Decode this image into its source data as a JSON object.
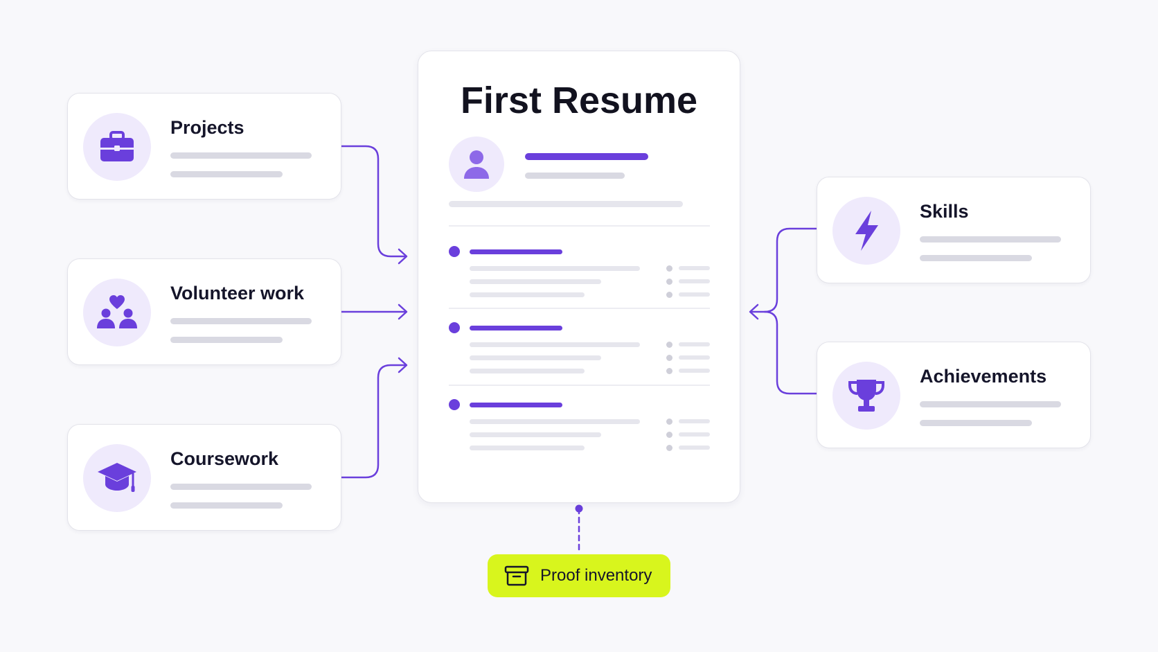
{
  "resume": {
    "title": "First Resume"
  },
  "sources": [
    {
      "title": "Projects",
      "icon": "briefcase-icon"
    },
    {
      "title": "Volunteer work",
      "icon": "people-heart-icon"
    },
    {
      "title": "Coursework",
      "icon": "graduation-cap-icon"
    }
  ],
  "targets": [
    {
      "title": "Skills",
      "icon": "lightning-icon"
    },
    {
      "title": "Achievements",
      "icon": "trophy-icon"
    }
  ],
  "inventory": {
    "label": "Proof inventory",
    "icon": "archive-box-icon"
  },
  "colors": {
    "accent": "#6a3fdc",
    "highlight": "#d8f51d",
    "background": "#f8f8fb"
  }
}
